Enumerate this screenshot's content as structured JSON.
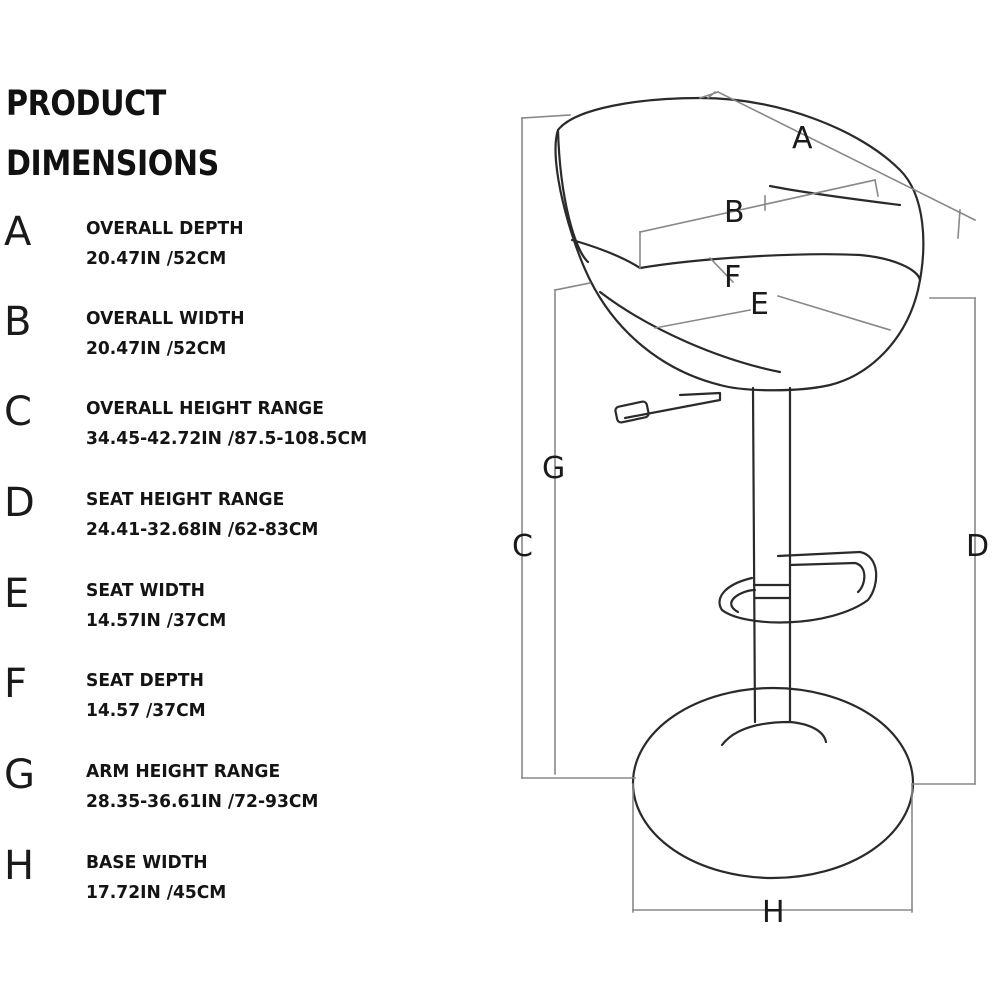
{
  "title": {
    "line1": "PRODUCT",
    "line2": "DIMENSIONS"
  },
  "specs": [
    {
      "letter": "A",
      "label": "OVERALL DEPTH",
      "value": "20.47IN /52CM"
    },
    {
      "letter": "B",
      "label": "OVERALL WIDTH",
      "value": "20.47IN /52CM"
    },
    {
      "letter": "C",
      "label": "OVERALL HEIGHT RANGE",
      "value": "34.45-42.72IN /87.5-108.5CM"
    },
    {
      "letter": "D",
      "label": "SEAT HEIGHT RANGE",
      "value": "24.41-32.68IN /62-83CM"
    },
    {
      "letter": "E",
      "label": "SEAT WIDTH",
      "value": "14.57IN /37CM"
    },
    {
      "letter": "F",
      "label": "SEAT DEPTH",
      "value": "14.57 /37CM"
    },
    {
      "letter": "G",
      "label": "ARM HEIGHT RANGE",
      "value": "28.35-36.61IN /72-93CM"
    },
    {
      "letter": "H",
      "label": "BASE WIDTH",
      "value": "17.72IN /45CM"
    }
  ],
  "diagram_letters": {
    "a": "A",
    "b": "B",
    "c": "C",
    "d": "D",
    "e": "E",
    "f": "F",
    "g": "G",
    "h": "H"
  }
}
